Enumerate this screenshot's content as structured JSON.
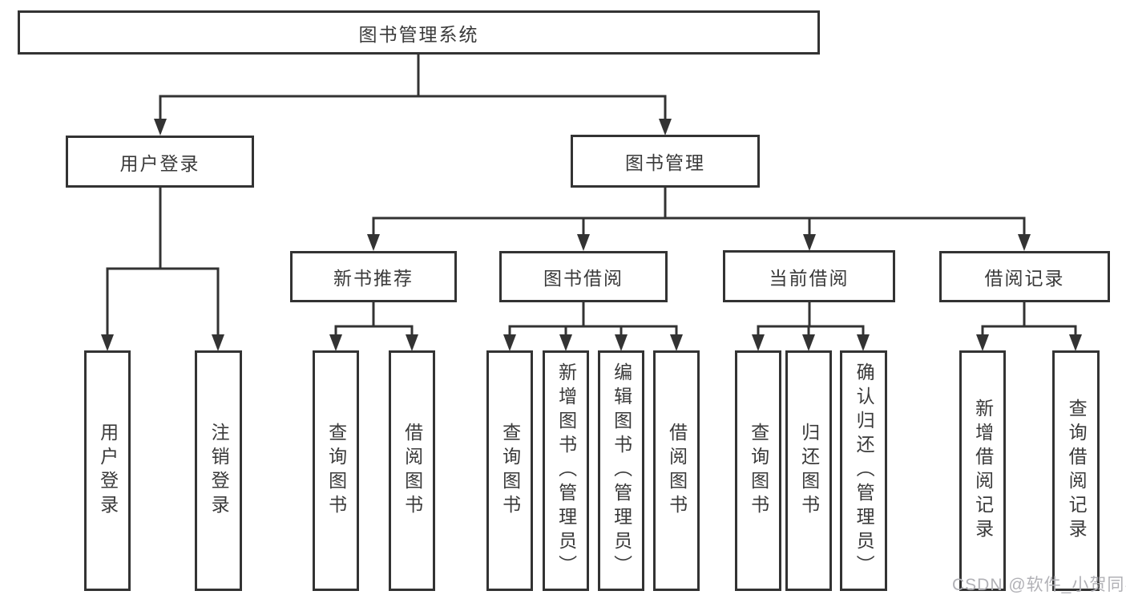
{
  "diagram": {
    "tree": {
      "label": "图书管理系统",
      "children": [
        {
          "label": "用户登录",
          "children": [
            {
              "label": "用户登录"
            },
            {
              "label": "注销登录"
            }
          ]
        },
        {
          "label": "图书管理",
          "children": [
            {
              "label": "新书推荐",
              "children": [
                {
                  "label": "查询图书"
                },
                {
                  "label": "借阅图书"
                }
              ]
            },
            {
              "label": "图书借阅",
              "children": [
                {
                  "label": "查询图书"
                },
                {
                  "label": "新增图书（管理员）"
                },
                {
                  "label": "编辑图书（管理员）"
                },
                {
                  "label": "借阅图书"
                }
              ]
            },
            {
              "label": "当前借阅",
              "children": [
                {
                  "label": "查询图书"
                },
                {
                  "label": "归还图书"
                },
                {
                  "label": "确认归还（管理员）"
                }
              ]
            },
            {
              "label": "借阅记录",
              "children": [
                {
                  "label": "新增借阅记录"
                },
                {
                  "label": "查询借阅记录"
                }
              ]
            }
          ]
        }
      ]
    },
    "colors": {
      "line": "#333333",
      "text": "#3a3a3a",
      "box_fill": "#ffffff",
      "watermark": "#b1b1b6"
    }
  },
  "watermark": {
    "text": "CSDN @软件_小贺同学"
  }
}
